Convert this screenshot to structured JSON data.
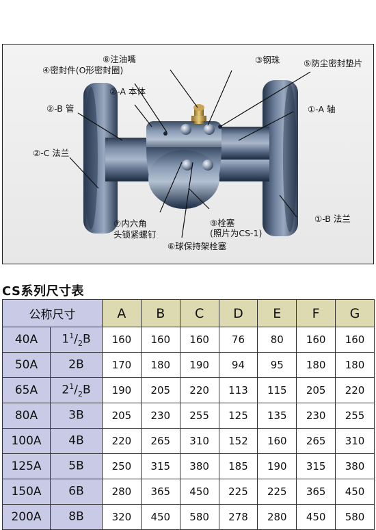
{
  "diagram": {
    "callouts": [
      {
        "id": "grease-nipple",
        "text": "⑧注油嘴"
      },
      {
        "id": "seal",
        "text": "④密封件(O形密封圈)"
      },
      {
        "id": "steel-ball",
        "text": "③钢珠"
      },
      {
        "id": "dust-seal",
        "text": "⑤防尘密封垫片"
      },
      {
        "id": "body",
        "text": "②-A 本体"
      },
      {
        "id": "pipe",
        "text": "②-B 管"
      },
      {
        "id": "shaft",
        "text": "①-A 轴"
      },
      {
        "id": "flange-c",
        "text": "②-C 法兰"
      },
      {
        "id": "flange-b",
        "text": "①-B 法兰"
      },
      {
        "id": "hex-screw-1",
        "text": "⑦内六角"
      },
      {
        "id": "hex-screw-2",
        "text": "头锁紧螺钉"
      },
      {
        "id": "plug-1",
        "text": "⑨栓塞"
      },
      {
        "id": "plug-2",
        "text": "(照片为CS-1)"
      },
      {
        "id": "ball-retainer-plug",
        "text": "⑥球保持架栓塞"
      }
    ]
  },
  "table": {
    "title": "CS系列尺寸表",
    "nominal_header": "公称尺寸",
    "columns": [
      "A",
      "B",
      "C",
      "D",
      "E",
      "F",
      "G"
    ],
    "rows": [
      {
        "mm": "40A",
        "inch_whole": "1",
        "inch_num": "1",
        "inch_den": "2",
        "inch_unit": "B",
        "values": [
          "160",
          "160",
          "160",
          "76",
          "80",
          "160",
          "160"
        ]
      },
      {
        "mm": "50A",
        "inch_whole": "2B",
        "inch_num": "",
        "inch_den": "",
        "inch_unit": "",
        "values": [
          "170",
          "180",
          "190",
          "94",
          "95",
          "180",
          "180"
        ]
      },
      {
        "mm": "65A",
        "inch_whole": "2",
        "inch_num": "1",
        "inch_den": "2",
        "inch_unit": "B",
        "values": [
          "190",
          "205",
          "220",
          "113",
          "115",
          "205",
          "220"
        ]
      },
      {
        "mm": "80A",
        "inch_whole": "3B",
        "inch_num": "",
        "inch_den": "",
        "inch_unit": "",
        "values": [
          "205",
          "230",
          "255",
          "125",
          "135",
          "230",
          "255"
        ]
      },
      {
        "mm": "100A",
        "inch_whole": "4B",
        "inch_num": "",
        "inch_den": "",
        "inch_unit": "",
        "values": [
          "220",
          "265",
          "310",
          "152",
          "160",
          "265",
          "310"
        ]
      },
      {
        "mm": "125A",
        "inch_whole": "5B",
        "inch_num": "",
        "inch_den": "",
        "inch_unit": "",
        "values": [
          "250",
          "315",
          "380",
          "185",
          "190",
          "315",
          "380"
        ]
      },
      {
        "mm": "150A",
        "inch_whole": "6B",
        "inch_num": "",
        "inch_den": "",
        "inch_unit": "",
        "values": [
          "280",
          "365",
          "450",
          "225",
          "225",
          "365",
          "450"
        ]
      },
      {
        "mm": "200A",
        "inch_whole": "8B",
        "inch_num": "",
        "inch_den": "",
        "inch_unit": "",
        "values": [
          "320",
          "450",
          "580",
          "278",
          "280",
          "450",
          "580"
        ]
      }
    ]
  }
}
